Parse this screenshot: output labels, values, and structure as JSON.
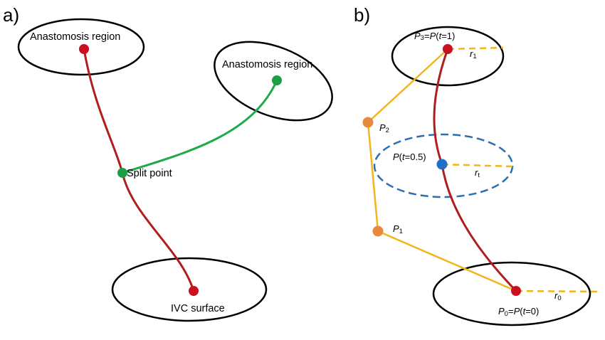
{
  "panel_a": {
    "label": "a)",
    "anastomosis_top_label": "Anastomosis region",
    "anastomosis_right_label": "Anastomosis region",
    "split_point_label": "Split point",
    "ivc_label": "IVC surface"
  },
  "panel_b": {
    "label": "b)",
    "p3": {
      "p": "P",
      "sub": "3",
      "eq": "=",
      "p2": "P",
      "open": "(",
      "t": "t",
      "val": "=1)"
    },
    "p2": {
      "p": "P",
      "sub": "2"
    },
    "pmid": {
      "p": "P",
      "open": "(",
      "t": "t",
      "val": "=0.5)"
    },
    "p1": {
      "p": "P",
      "sub": "1"
    },
    "p0": {
      "p": "P",
      "sub": "0",
      "eq": "=",
      "p2": "P",
      "open": "(",
      "t": "t",
      "val": "=0)"
    },
    "r1": {
      "r": "r",
      "sub": "1"
    },
    "rt": {
      "r": "r",
      "sub": "t"
    },
    "r0": {
      "r": "r",
      "sub": "0"
    }
  },
  "colors": {
    "centerline_red": "#b01e1e",
    "node_red": "#c8101e",
    "branch_green": "#1eaa4a",
    "node_green": "#1ba048",
    "control_polygon": "#f2b51b",
    "control_node": "#e8893c",
    "mid_node": "#1f6fc9",
    "mid_ellipse": "#2a6fb3"
  }
}
